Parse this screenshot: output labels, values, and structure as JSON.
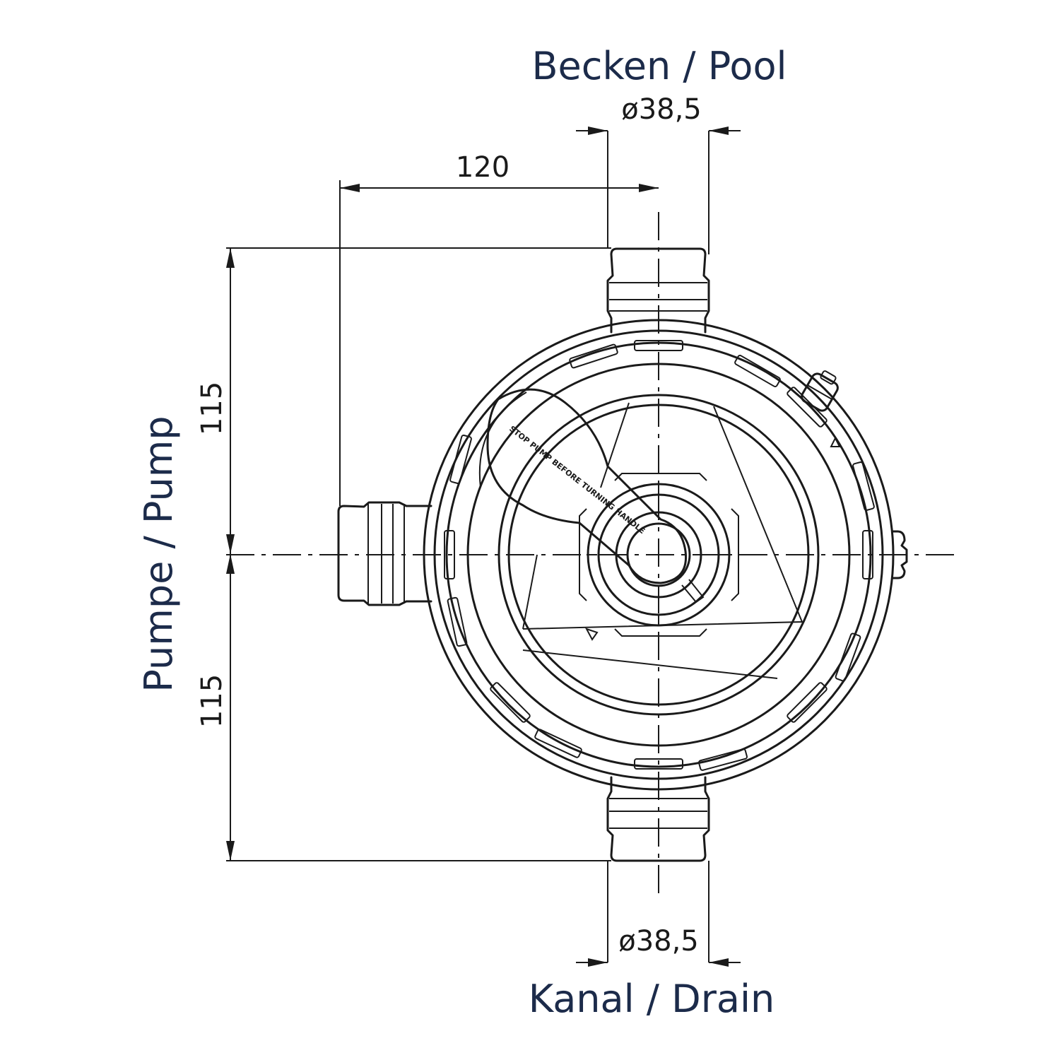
{
  "labels": {
    "pool": "Becken / Pool",
    "drain": "Kanal / Drain",
    "pump": "Pumpe / Pump"
  },
  "dimensions": {
    "top_diameter": "ø38,5",
    "bottom_diameter": "ø38,5",
    "horizontal_offset": "120",
    "upper_height": "115",
    "lower_height": "115"
  },
  "handle_text": "STOP PUMP BEFORE TURNING HANDLE",
  "colors": {
    "label": "#1c2b4a",
    "line": "#1a1a1a"
  }
}
